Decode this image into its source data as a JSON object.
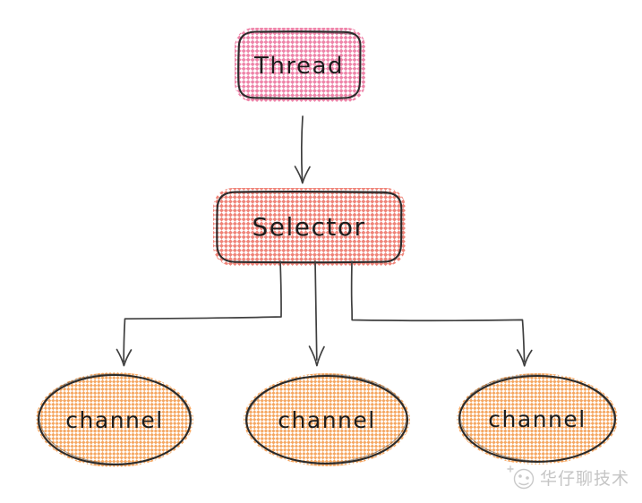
{
  "diagram": {
    "nodes": [
      {
        "id": "thread",
        "label": "Thread",
        "shape": "rounded-rect",
        "fill": "#ee84a9"
      },
      {
        "id": "selector",
        "label": "Selector",
        "shape": "rounded-rect",
        "fill": "#ef8378"
      },
      {
        "id": "channel-1",
        "label": "channel",
        "shape": "ellipse",
        "fill": "#f5a660"
      },
      {
        "id": "channel-2",
        "label": "channel",
        "shape": "ellipse",
        "fill": "#f5a660"
      },
      {
        "id": "channel-3",
        "label": "channel",
        "shape": "ellipse",
        "fill": "#f5a660"
      }
    ],
    "edges": [
      {
        "from": "thread",
        "to": "selector"
      },
      {
        "from": "selector",
        "to": "channel-1"
      },
      {
        "from": "selector",
        "to": "channel-2"
      },
      {
        "from": "selector",
        "to": "channel-3"
      }
    ],
    "watermark": {
      "text": "华仔聊技术",
      "color": "#c5c5c5"
    }
  },
  "colors": {
    "background": "#ffffff",
    "outline": "#2b2b2b",
    "arrow": "#3f3f3f",
    "thread_fill": "#ee84a9",
    "selector_fill": "#ef8378",
    "channel_fill": "#f5a660",
    "watermark": "#c5c5c5"
  }
}
